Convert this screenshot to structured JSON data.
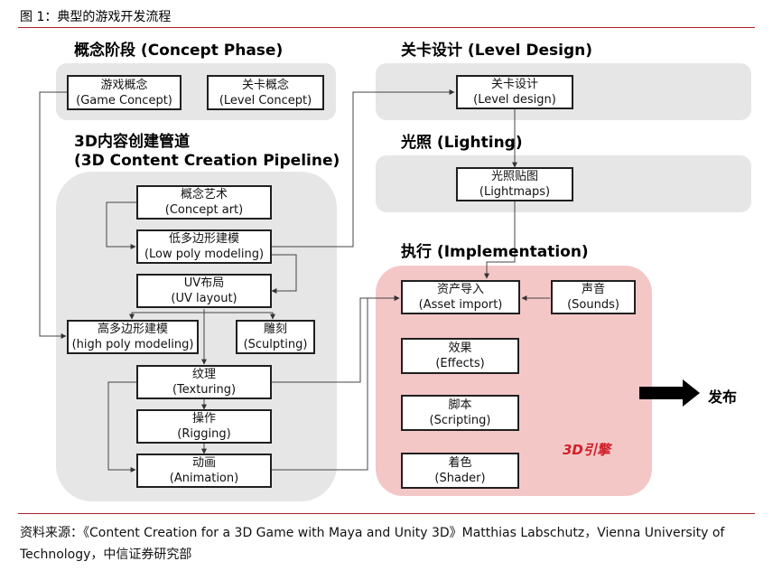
{
  "caption": "图 1：典型的游戏开发流程",
  "colors": {
    "accent": "#b0202a",
    "engine_text": "#d0202a",
    "panel_gray": "#e6e6e6",
    "panel_pink": "#f4c7c7"
  },
  "concept": {
    "heading": "概念阶段 (Concept Phase)",
    "game_concept": {
      "zh": "游戏概念",
      "en": "(Game Concept)"
    },
    "level_concept": {
      "zh": "关卡概念",
      "en": "(Level Concept)"
    }
  },
  "pipeline": {
    "heading_line1": "3D内容创建管道",
    "heading_line2": "(3D Content Creation Pipeline)",
    "concept_art": {
      "zh": "概念艺术",
      "en": "(Concept art)"
    },
    "low_poly": {
      "zh": "低多边形建模",
      "en": "(Low poly modeling)"
    },
    "uv_layout": {
      "zh": "UV布局",
      "en": "(UV layout)"
    },
    "high_poly": {
      "zh": "高多边形建模",
      "en": "(high poly modeling)"
    },
    "sculpting": {
      "zh": "雕刻",
      "en": "(Sculpting)"
    },
    "texturing": {
      "zh": "纹理",
      "en": "(Texturing)"
    },
    "rigging": {
      "zh": "操作",
      "en": "(Rigging)"
    },
    "animation": {
      "zh": "动画",
      "en": "(Animation)"
    }
  },
  "level_design": {
    "heading": "关卡设计 (Level Design)",
    "box": {
      "zh": "关卡设计",
      "en": "(Level design)"
    }
  },
  "lighting": {
    "heading": "光照 (Lighting)",
    "box": {
      "zh": "光照贴图",
      "en": "(Lightmaps)"
    }
  },
  "implementation": {
    "heading": "执行 (Implementation)",
    "asset_import": {
      "zh": "资产导入",
      "en": "(Asset import)"
    },
    "sounds": {
      "zh": "声音",
      "en": "(Sounds)"
    },
    "effects": {
      "zh": "效果",
      "en": "(Effects)"
    },
    "scripting": {
      "zh": "脚本",
      "en": "(Scripting)"
    },
    "shader": {
      "zh": "着色",
      "en": "(Shader)"
    },
    "engine_label": "3D引擎"
  },
  "publish_label": "发布",
  "source": "资料来源：《Content Creation for a 3D Game with Maya and Unity 3D》Matthias Labschutz，Vienna University of Technology，中信证券研究部"
}
